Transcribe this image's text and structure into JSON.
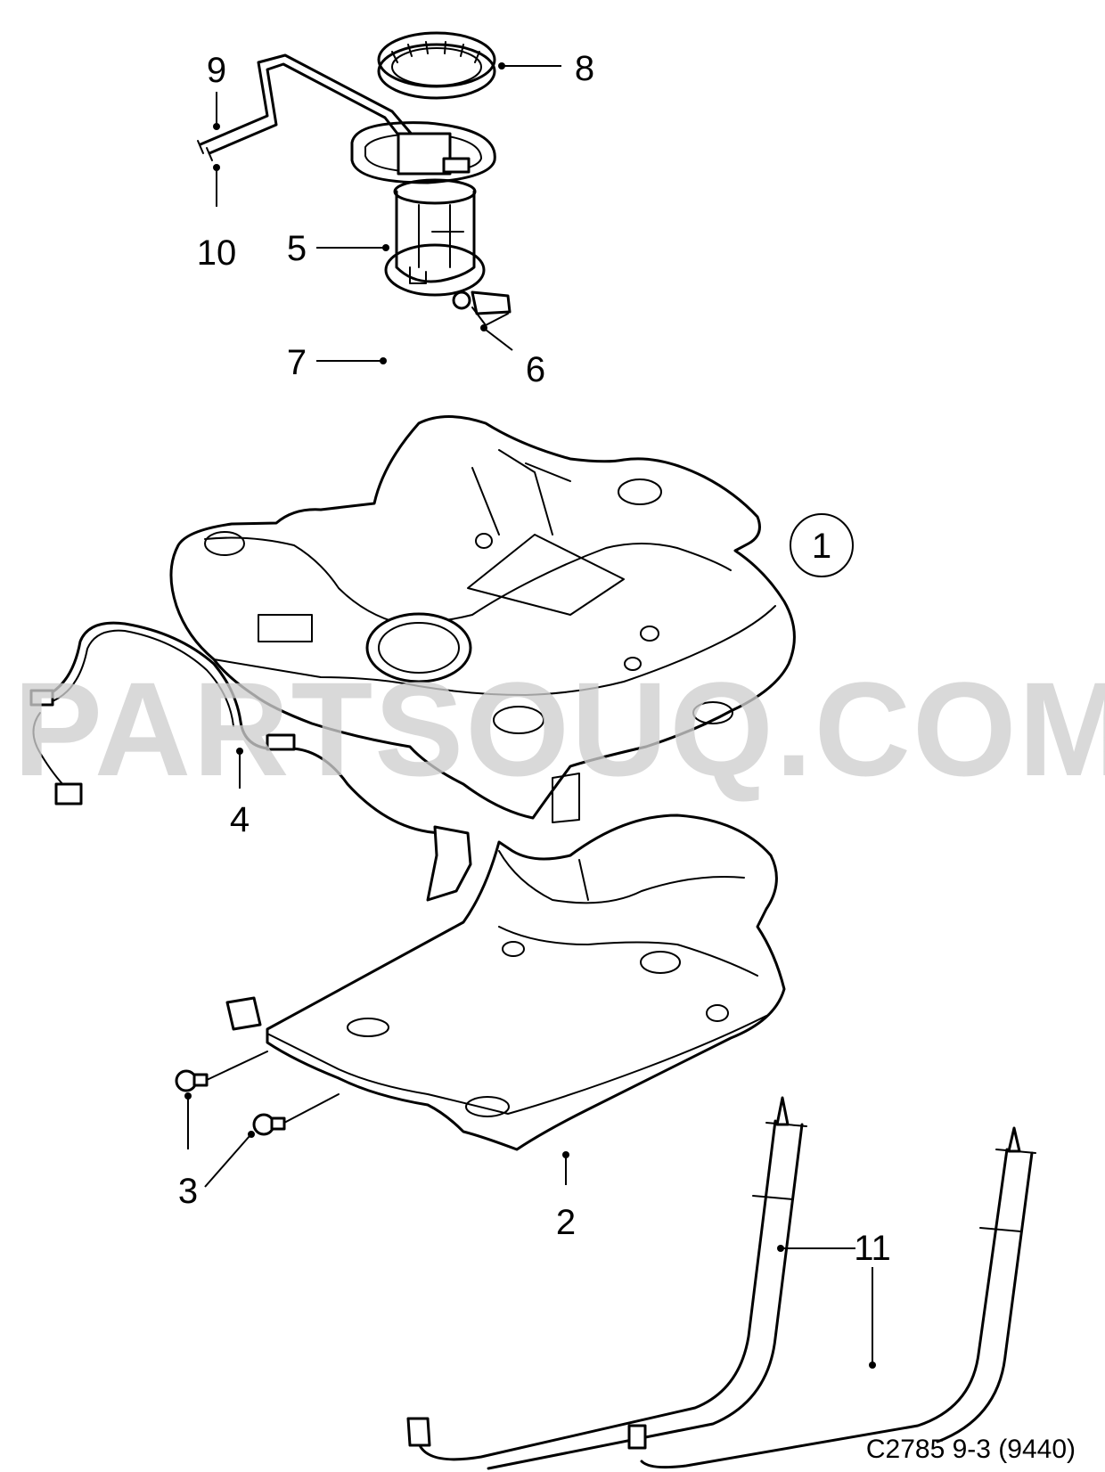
{
  "diagram": {
    "watermark": "PARTSOUQ.COM",
    "code": "C2785 9-3 (9440)",
    "main_callout": "1",
    "callouts": [
      "2",
      "3",
      "4",
      "5",
      "6",
      "7",
      "8",
      "9",
      "10",
      "11"
    ]
  }
}
